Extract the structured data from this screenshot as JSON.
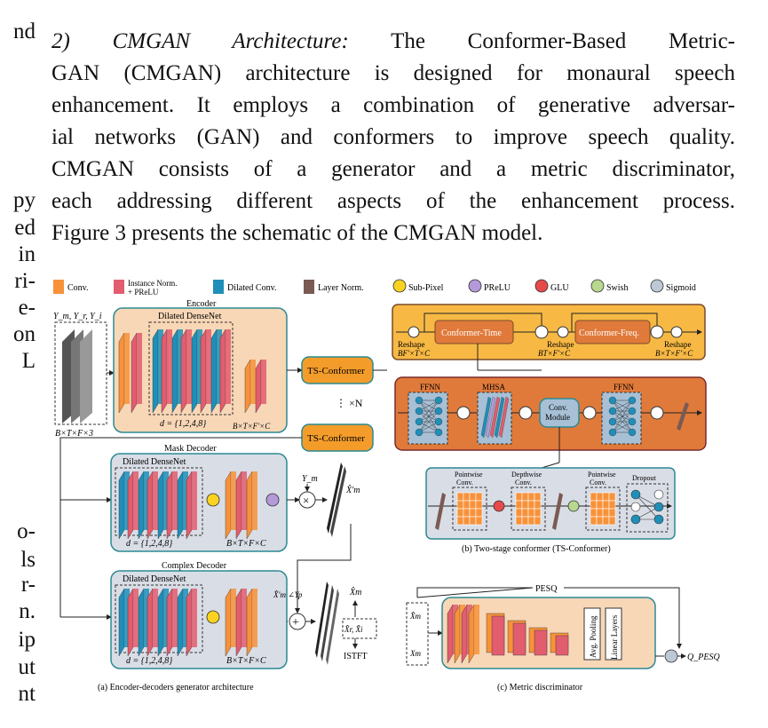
{
  "left_margin_fragments": [
    "nd",
    "py",
    "ed",
    "in",
    "ri-",
    "e-",
    "on",
    "L",
    "o-",
    "ls",
    "r-",
    "n.",
    "ip",
    "ut",
    "nt"
  ],
  "paragraph": {
    "heading": "2) CMGAN Architecture:",
    "lines": [
      " The Conformer-Based Metric-",
      "GAN (CMGAN) architecture is designed for monaural speech",
      "enhancement. It employs a combination of generative adversar-",
      "ial networks (GAN) and conformers to improve speech quality.",
      "CMGAN consists of a generator and a metric discriminator,",
      "each addressing different aspects of the enhancement process.",
      "Figure 3 presents the schematic of the CMGAN model."
    ]
  },
  "legend": {
    "conv": "Conv.",
    "inorm": "Instance Norm.",
    "inorm2": "+ PReLU",
    "dilated": "Dilated Conv.",
    "layernorm": "Layer Norm.",
    "subpixel": "Sub-Pixel",
    "prelu": "PReLU",
    "glu": "GLU",
    "swish": "Swish",
    "sigmoid": "Sigmoid"
  },
  "colors": {
    "conv": "#f7923a",
    "inorm": "#e25d6e",
    "dilated": "#1f8fb8",
    "layernorm": "#7a5a52",
    "encoder_bg": "#f8d7b7",
    "decoder_bg": "#d9dde6",
    "border": "#2b8a93",
    "ts_orange": "#f39c2a",
    "ts_yellow": "#f7b944",
    "ts_dark": "#e07a3a",
    "ts_inner": "#a7c0d6"
  },
  "fig_a": {
    "inputs": "Y_m, Y_r, Y_i",
    "input_dims": "B×T×F×3",
    "encoder": "Encoder",
    "dilated_densenet": "Dilated DenseNet",
    "d_values": "d = {1,2,4,8}",
    "enc_out": "B×T×F′×C",
    "ts_conformer": "TS-Conformer",
    "times_n": "⋮  ×N",
    "mask_decoder": "Mask Decoder",
    "complex_decoder": "Complex Decoder",
    "dec_out": "B×T×F×C",
    "ym": "Y_m",
    "xm_prime": "X̂′m",
    "xm_phase": "X̂′m ∠Yp",
    "xm": "X̂m",
    "xr_xi": "X̂r, X̂i",
    "istft": "ISTFT",
    "caption": "(a) Encoder-decoders generator architecture"
  },
  "fig_b": {
    "conformer_time": "Conformer-Time",
    "conformer_freq": "Conformer-Freq.",
    "reshape": "Reshape",
    "dims1": "BF′×T×C",
    "dims2": "BT×F′×C",
    "dims3": "B×T×F′×C",
    "ffnn": "FFNN",
    "mhsa": "MHSA",
    "conv_module1": "Conv.",
    "conv_module2": "Module",
    "pointwise": "Pointwise",
    "conv_short": "Conv.",
    "depthwise": "Depthwise",
    "dropout": "Dropout",
    "caption": "(b) Two-stage conformer (TS-Conformer)"
  },
  "fig_c": {
    "pesq": "PESQ",
    "xm_hat": "X̂m",
    "xm": "Xm",
    "avg_pool": "Avg. Pooling",
    "linear": "Linear Layers",
    "q_pesq": "Q_PESQ",
    "caption": "(c) Metric discriminator"
  }
}
